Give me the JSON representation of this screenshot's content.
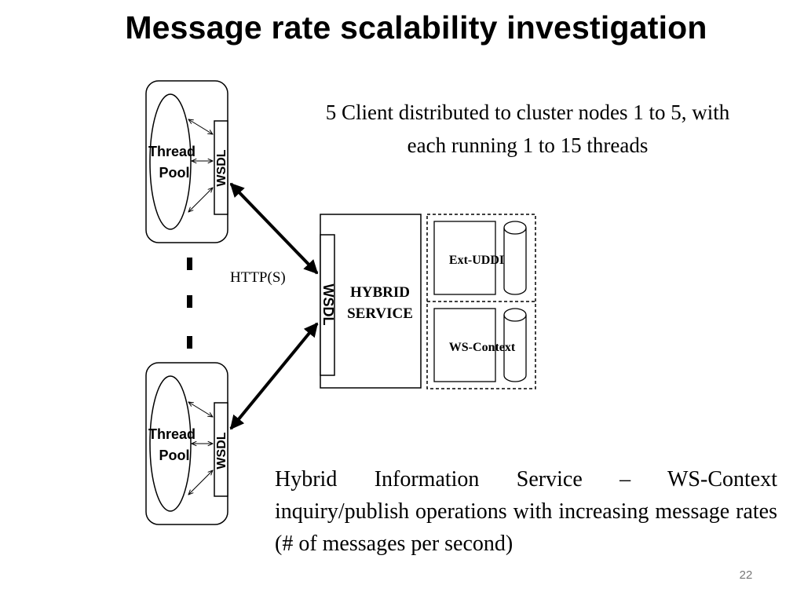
{
  "title": "Message rate scalability investigation",
  "note": "5 Client distributed to cluster nodes 1 to 5, with each running 1 to 15 threads",
  "caption": "Hybrid Information Service – WS-Context inquiry/publish operations with increasing message rates (# of messages per second)",
  "page_number": "22",
  "diagram": {
    "client_top": {
      "pool_label_line1": "Thread",
      "pool_label_line2": "Pool",
      "wsdl_label": "WSDL"
    },
    "client_bottom": {
      "pool_label_line1": "Thread",
      "pool_label_line2": "Pool",
      "wsdl_label": "WSDL"
    },
    "protocol_label": "HTTP(S)",
    "server": {
      "wsdl_label": "WSDL",
      "label_line1": "HYBRID",
      "label_line2": "SERVICE"
    },
    "backends": [
      {
        "label": "Ext-UDDI"
      },
      {
        "label": "WS-Context"
      }
    ]
  }
}
